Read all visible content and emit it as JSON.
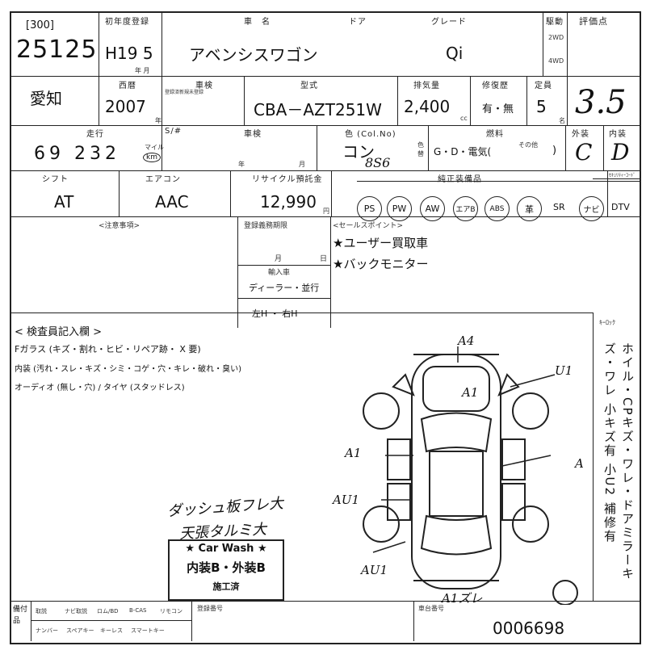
{
  "lot": {
    "code": "[300]",
    "number": "25125"
  },
  "first_reg": {
    "label": "初年度登録",
    "value": "H19  5",
    "month_label": "年 月"
  },
  "car_name": {
    "label": "車　名",
    "value": "アベンシスワゴン"
  },
  "doors": {
    "label": "ドア"
  },
  "grade": {
    "label": "グレード",
    "value": "Qi"
  },
  "drive": {
    "label": "駆動",
    "opt_2wd": "2WD",
    "opt_4wd": "4WD"
  },
  "rating": {
    "label": "評価点",
    "value": "3.5"
  },
  "region": {
    "value": "愛知"
  },
  "year": {
    "label": "西暦",
    "value": "2007",
    "unit": "年"
  },
  "inspection": {
    "label": "車検",
    "note": "登録済新規未登録"
  },
  "model": {
    "label": "型式",
    "value": "CBA－AZT251W"
  },
  "displacement": {
    "label": "排気量",
    "value": "2,400",
    "unit": "cc"
  },
  "repair": {
    "label": "修復歴",
    "value": "有・無"
  },
  "capacity": {
    "label": "定員",
    "value": "5",
    "unit": "名"
  },
  "mileage": {
    "label": "走行",
    "value": "69 232",
    "unit_top": "マイル",
    "unit_bottom": "km"
  },
  "shift_pos": {
    "label": "S/#"
  },
  "inspection_exp": {
    "label": "車検",
    "year": "年",
    "month": "月"
  },
  "color": {
    "label": "色 (Col.No)",
    "value": "コン",
    "code": "8S6",
    "change": "色替"
  },
  "fuel": {
    "label": "燃料",
    "value": "G・D・電気(",
    "other": "その他",
    "close": ")"
  },
  "exterior": {
    "label": "外装",
    "value": "C"
  },
  "interior": {
    "label": "内装",
    "value": "D"
  },
  "shift": {
    "label": "シフト",
    "value": "AT"
  },
  "aircon": {
    "label": "エアコン",
    "value": "AAC"
  },
  "recycle": {
    "label": "リサイクル預託金",
    "value": "12,990",
    "unit": "円"
  },
  "equipment": {
    "label": "純正装備品",
    "items": [
      "PS",
      "PW",
      "AW",
      "エアB",
      "ABS",
      "革",
      "SR",
      "ナビ",
      "DTV"
    ],
    "extra_label": "ｾｷｭﾘﾃｨｰｺｰﾄﾞ"
  },
  "caution": {
    "label": "<注意事項>"
  },
  "registration": {
    "label": "登録義務期限",
    "month": "月",
    "day": "日"
  },
  "import": {
    "label": "輸入車",
    "value": "ディーラー・並行",
    "steering": "左H ・ 右H"
  },
  "sales_points": {
    "label": "<セールスポイント>",
    "items": [
      "★ユーザー買取車",
      "★バックモニター"
    ]
  },
  "inspector": {
    "label": "< 検査員記入欄 >",
    "line1": "Fガラス (キズ・割れ・ヒビ・リペア跡・ X 要)",
    "line2": "内装 (汚れ・スレ・キズ・シミ・コゲ・穴・キレ・破れ・臭い)",
    "line3": "オーディオ (無し・穴) / タイヤ (スタッドレス)"
  },
  "handwritten": {
    "dash": "ダッシュ板フレ大",
    "ceiling": "天張タルミ大",
    "right_col": "ホイル・CPキズ・ワレ・ドアミラーキズ・ワレ 小キズ有 小U2 補修有"
  },
  "damage_marks": [
    "A4",
    "A1",
    "U1",
    "A1",
    "A1",
    "AU1",
    "AU1",
    "A1ズレ"
  ],
  "car_wash": {
    "title": "★ Car Wash ★",
    "grade": "内装B・外装B",
    "done": "施工済"
  },
  "keylock": {
    "label": "ｷｰﾛｯｸ"
  },
  "bottom": {
    "side_label": "備付品",
    "items_row1": [
      "取説",
      "ナビ取説",
      "ロム/BD",
      "B-CAS",
      "リモコン"
    ],
    "items_row2": [
      "ナンバー",
      "スペアキー",
      "キーレス",
      "スマートキー"
    ],
    "reg_label": "登録番号",
    "chassis_label": "車台番号",
    "chassis_value": "0006698"
  }
}
